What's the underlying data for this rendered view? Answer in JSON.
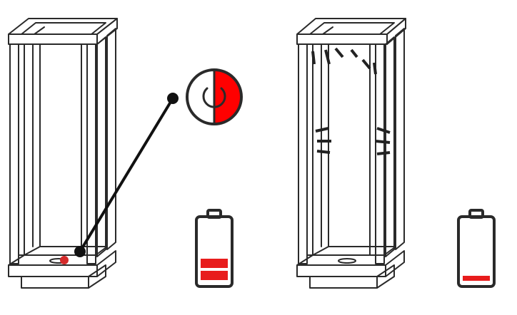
{
  "colors": {
    "outline": "#2a2a2a",
    "accent": "#e81c1c",
    "background": "#ffffff"
  },
  "panels": [
    {
      "lamp": {
        "label": ""
      },
      "power_button": {
        "icon": "power-icon",
        "state": "on"
      },
      "battery": {
        "icon": "battery-icon",
        "bars_lit": 2,
        "bars_total": 3,
        "level": 0.66
      }
    },
    {
      "lamp": {
        "label": ""
      },
      "light_effect": {
        "icon": "flicker-light-icon"
      },
      "battery": {
        "icon": "battery-icon",
        "bars_lit": 1,
        "bars_total": 3,
        "level": 0.1
      }
    }
  ]
}
